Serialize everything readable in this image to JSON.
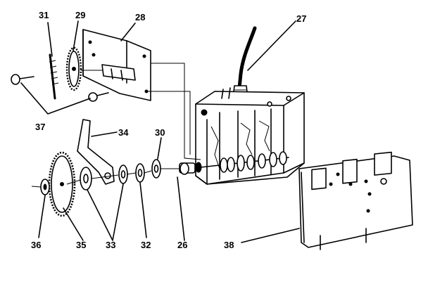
{
  "labels": {
    "p26": "26",
    "p27": "27",
    "p28": "28",
    "p29": "29",
    "p30": "30",
    "p31": "31",
    "p32": "32",
    "p33": "33",
    "p34": "34",
    "p35": "35",
    "p36": "36",
    "p37": "37",
    "p38": "38"
  }
}
